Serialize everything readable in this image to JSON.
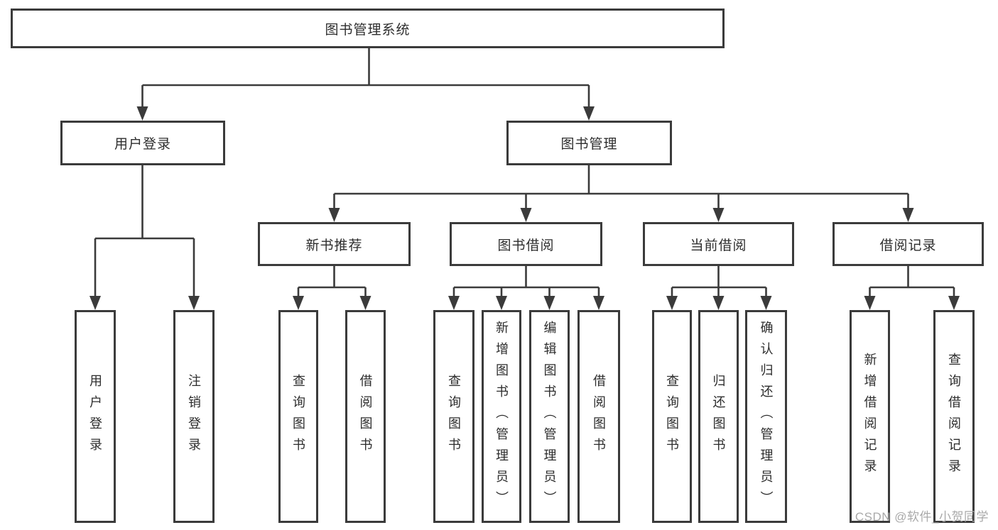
{
  "tree": {
    "root": {
      "label": "图书管理系统"
    },
    "branches": [
      {
        "label": "用户登录",
        "children": [
          {
            "label": "用户登录"
          },
          {
            "label": "注销登录"
          }
        ]
      },
      {
        "label": "图书管理",
        "children": [
          {
            "label": "新书推荐",
            "children": [
              {
                "label": "查询图书"
              },
              {
                "label": "借阅图书"
              }
            ]
          },
          {
            "label": "图书借阅",
            "children": [
              {
                "label": "查询图书"
              },
              {
                "label": "新增图书（管理员）"
              },
              {
                "label": "编辑图书（管理员）"
              },
              {
                "label": "借阅图书"
              }
            ]
          },
          {
            "label": "当前借阅",
            "children": [
              {
                "label": "查询图书"
              },
              {
                "label": "归还图书"
              },
              {
                "label": "确认归还（管理员）"
              }
            ]
          },
          {
            "label": "借阅记录",
            "children": [
              {
                "label": "新增借阅记录"
              },
              {
                "label": "查询借阅记录"
              }
            ]
          }
        ]
      }
    ]
  },
  "watermark": "CSDN @软件_小贺同学",
  "colors": {
    "line": "#3b3b3b",
    "text": "#2d2d2d",
    "watermark": "#a9a9a9",
    "background": "#ffffff"
  }
}
